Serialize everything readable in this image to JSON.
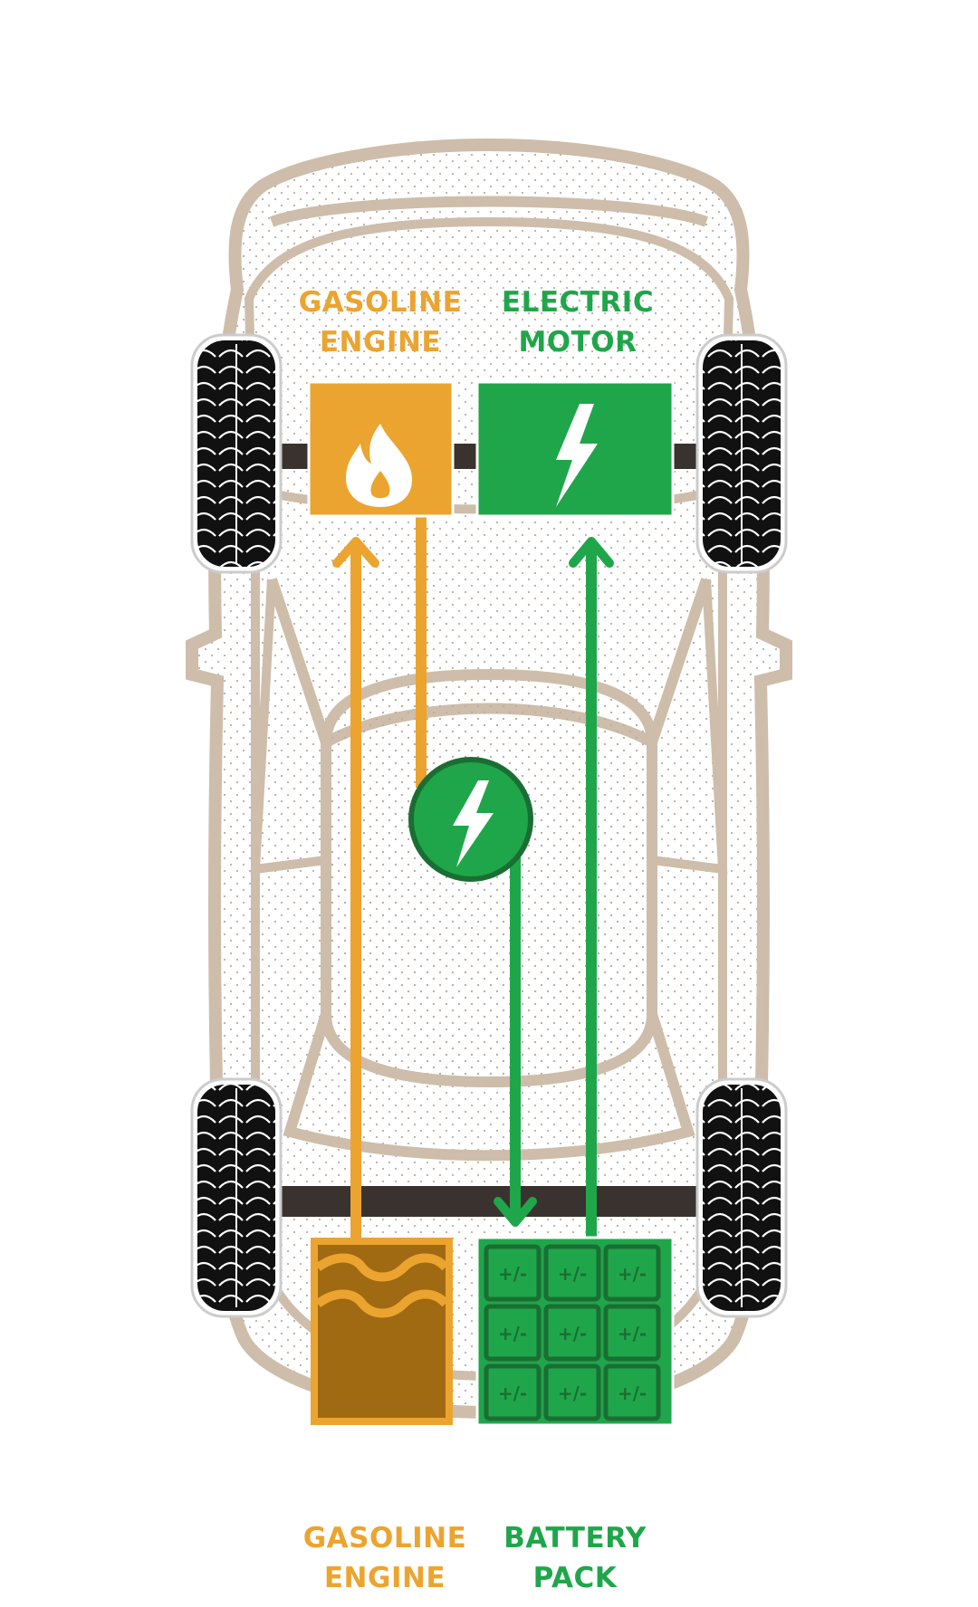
{
  "colors": {
    "gasoline": "#EBA42F",
    "gasoline_dark": "#A06A12",
    "electric": "#1FA64A",
    "electric_dark": "#1B6E33",
    "car_body": "#CDBDAA",
    "axle": "#3A322E",
    "tire": "#111111"
  },
  "labels": {
    "top_left": {
      "line1": "GASOLINE",
      "line2": "ENGINE"
    },
    "top_right": {
      "line1": "ELECTRIC",
      "line2": "MOTOR"
    },
    "bottom_left": {
      "line1": "GASOLINE",
      "line2": "ENGINE"
    },
    "bottom_right": {
      "line1": "BATTERY",
      "line2": "PACK"
    }
  },
  "battery_cell_label": "+/-",
  "icons": {
    "engine": "flame-icon",
    "motor": "lightning-icon",
    "generator": "lightning-circle-icon",
    "tank": "fuel-wave-icon"
  }
}
